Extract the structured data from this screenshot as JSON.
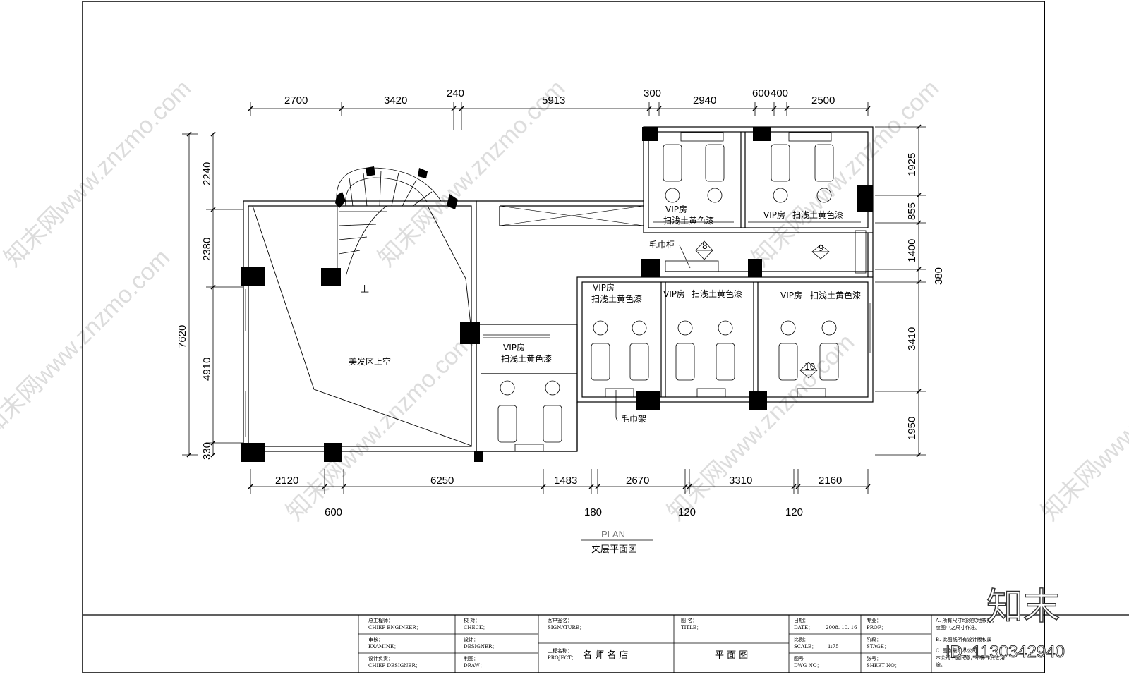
{
  "dimensions": {
    "top": [
      "2700",
      "3420",
      "240",
      "5913",
      "300",
      "2940",
      "600",
      "400",
      "2500"
    ],
    "bottom_main": [
      "2120",
      "6250",
      "1483",
      "2670",
      "3310",
      "2160"
    ],
    "bottom_sub": [
      "600",
      "180",
      "120",
      "120"
    ],
    "left_outer": "7620",
    "left_inner": [
      "2240",
      "2380",
      "4910",
      "330"
    ],
    "right_inner": [
      "1925",
      "855",
      "1400",
      "3410",
      "1950"
    ],
    "right_outer": "380"
  },
  "rooms": {
    "vip_name": "VIP房",
    "vip_finish": "扫浅土黄色漆",
    "hair_void": "美发区上空",
    "stair_up": "上",
    "towel_cabinet": "毛巾柜",
    "towel_rack": "毛巾架",
    "marker_8": "8",
    "marker_9": "9",
    "marker_10": "10"
  },
  "caption": {
    "plan": "PLAN",
    "title": "夹层平面图"
  },
  "title_block": {
    "chief_engineer": "总工程师：",
    "chief_engineer_en": "CHIEF ENGINEER：",
    "examine": "审核：",
    "examine_en": "EXAMINE：",
    "chief_designer": "设计负责：",
    "chief_designer_en": "CHIEF DESIGNER：",
    "check": "校 对：",
    "check_en": "CHECK：",
    "design": "设计：",
    "design_en": "DESIGNER：",
    "draw": "制图：",
    "draw_en": "DRAW：",
    "client_sign": "客户签名：",
    "client_sign_en": "SIGNATURE：",
    "project_label": "工程名称：",
    "project_label_en": "PROJECT：",
    "project_name": "名 师 名 店",
    "title_label": "图 名：",
    "title_label_en": "TITLE：",
    "title_value": "平 面 图",
    "date_label": "日期：",
    "date_label_en": "DATE：",
    "date_value": "2008. 10. 16",
    "scale_label": "比例：",
    "scale_label_en": "SCALE：",
    "scale_value": "1:75",
    "dwg_label": "图号",
    "dwg_label_en": "DWG NO：",
    "prof_label": "专业：",
    "prof_label_en": "PROF：",
    "stage_label": "阶段：",
    "stage_label_en": "STAGE：",
    "sheet_label": "张号：",
    "sheet_label_en": "SHEET NO：",
    "note_a": "A. 所有尺寸均须实地核对，",
    "note_a2": "度图中之尺寸作准。",
    "note_b": "B. 此图纸所有设计版权属",
    "note_c": "C. 图例需经本公司",
    "note_c2": "本公司书面同意，不得作其它用",
    "note_c3": "途。"
  },
  "branding": {
    "logo": "知末",
    "id": "ID: 1130342940",
    "watermark": "知末网www.znzmo.com"
  }
}
